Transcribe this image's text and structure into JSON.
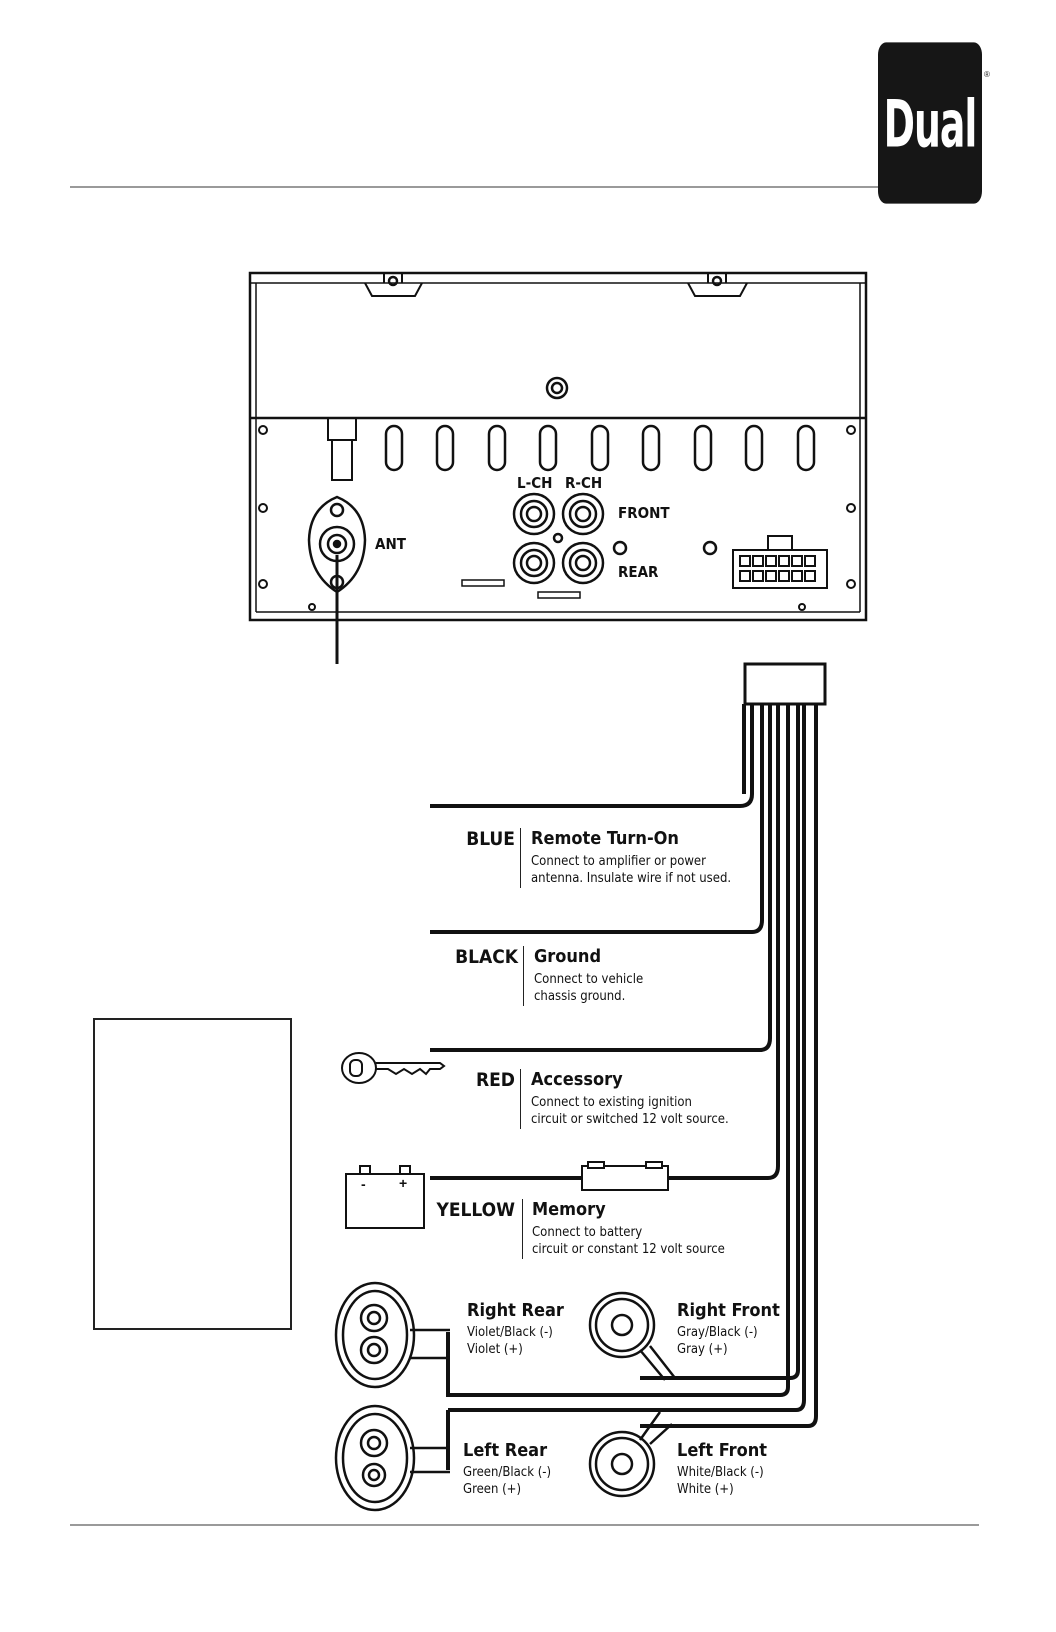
{
  "brand": {
    "logo_text": "Dual",
    "registered": "®"
  },
  "unit_labels": {
    "ant": "ANT",
    "lch": "L-CH",
    "rch": "R-CH",
    "front": "FRONT",
    "rear": "REAR"
  },
  "wires": [
    {
      "color": "BLUE",
      "title": "Remote Turn-On",
      "line1": "Connect to amplifier or power",
      "line2": "antenna. Insulate wire if not used."
    },
    {
      "color": "BLACK",
      "title": "Ground",
      "line1": "Connect to vehicle",
      "line2": "chassis ground."
    },
    {
      "color": "RED",
      "title": "Accessory",
      "line1": "Connect to existing ignition",
      "line2": "circuit or switched 12 volt source."
    },
    {
      "color": "YELLOW",
      "title": "Memory",
      "line1": "Connect to battery",
      "line2": "circuit or constant 12 volt source"
    }
  ],
  "battery": {
    "minus": "-",
    "plus": "+"
  },
  "speakers": {
    "right_rear": {
      "title": "Right Rear",
      "neg": "Violet/Black (-)",
      "pos": "Violet (+)"
    },
    "right_front": {
      "title": "Right Front",
      "neg": "Gray/Black (-)",
      "pos": "Gray (+)"
    },
    "left_rear": {
      "title": "Left Rear",
      "neg": "Green/Black (-)",
      "pos": "Green (+)"
    },
    "left_front": {
      "title": "Left Front",
      "neg": "White/Black (-)",
      "pos": "White (+)"
    }
  }
}
